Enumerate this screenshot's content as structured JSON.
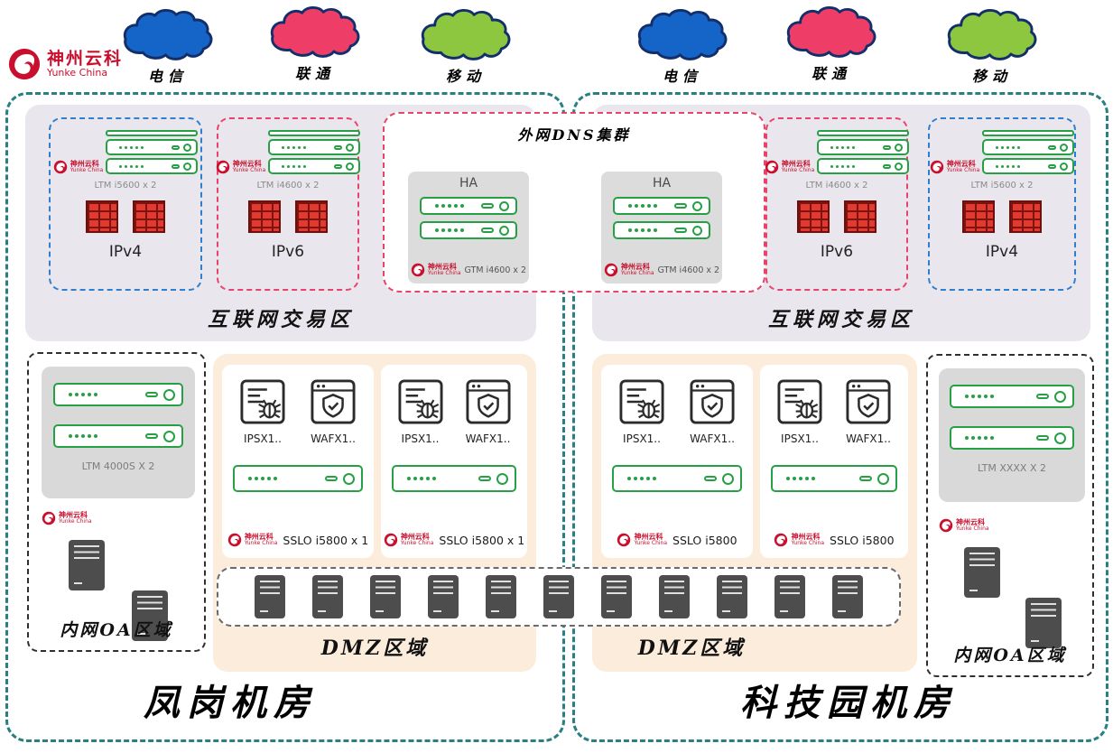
{
  "brand": {
    "name": "神州云科",
    "sub": "Yunke China"
  },
  "isps": {
    "left": [
      {
        "label": "电信"
      },
      {
        "label": "联通"
      },
      {
        "label": "移动"
      }
    ],
    "right": [
      {
        "label": "电信"
      },
      {
        "label": "联通"
      },
      {
        "label": "移动"
      }
    ]
  },
  "dns": {
    "title": "外网DNS集群",
    "left": {
      "ha": "HA",
      "device": "GTM i4600 x 2"
    },
    "right": {
      "ha": "HA",
      "device": "GTM i4600 x 2"
    }
  },
  "left_dc": {
    "name": "凤岗机房",
    "internet": {
      "label": "互联网交易区",
      "ipv4": {
        "label": "IPv4",
        "device": "LTM i5600 x 2"
      },
      "ipv6": {
        "label": "IPv6",
        "device": "LTM i4600 x 2"
      }
    },
    "oa": {
      "label": "内网OA区域",
      "device": "LTM 4000S X 2",
      "server_count": 2
    },
    "dmz": {
      "label": "DMZ区域",
      "groups": [
        {
          "ips": "IPSX1..",
          "waf": "WAFX1..",
          "sslo": "SSLO i5800 x 1"
        },
        {
          "ips": "IPSX1..",
          "waf": "WAFX1..",
          "sslo": "SSLO i5800 x 1"
        }
      ]
    }
  },
  "right_dc": {
    "name": "科技园机房",
    "internet": {
      "label": "互联网交易区",
      "ipv6": {
        "label": "IPv6",
        "device": "LTM i4600 x 2"
      },
      "ipv4": {
        "label": "IPv4",
        "device": "LTM i5600 x 2"
      }
    },
    "oa": {
      "label": "内网OA区域",
      "device": "LTM XXXX X 2",
      "server_count": 2
    },
    "dmz": {
      "label": "DMZ区域",
      "groups": [
        {
          "ips": "IPSX1..",
          "waf": "WAFX1..",
          "sslo": "SSLO i5800"
        },
        {
          "ips": "IPSX1..",
          "waf": "WAFX1..",
          "sslo": "SSLO i5800"
        }
      ]
    }
  },
  "server_row": {
    "server_count": 11
  },
  "colors": {
    "datacenter_border": "#2a7f82",
    "ipv4_border": "#2f7fd1",
    "ipv6_border": "#e8436a",
    "dns_border": "#e8436a",
    "appliance_green": "#27a045",
    "firewall_red": "#e23a31",
    "cloud_telecom": "#1565c8",
    "cloud_unicom": "#ee3e68",
    "cloud_mobile": "#8dc63f",
    "brand_red": "#c8102e",
    "internet_zone_bg": "#e9e7ed",
    "dmz_bg": "#fcecdc",
    "gray_box_bg": "#d9d9d9",
    "server_gray": "#4d4d4d"
  }
}
